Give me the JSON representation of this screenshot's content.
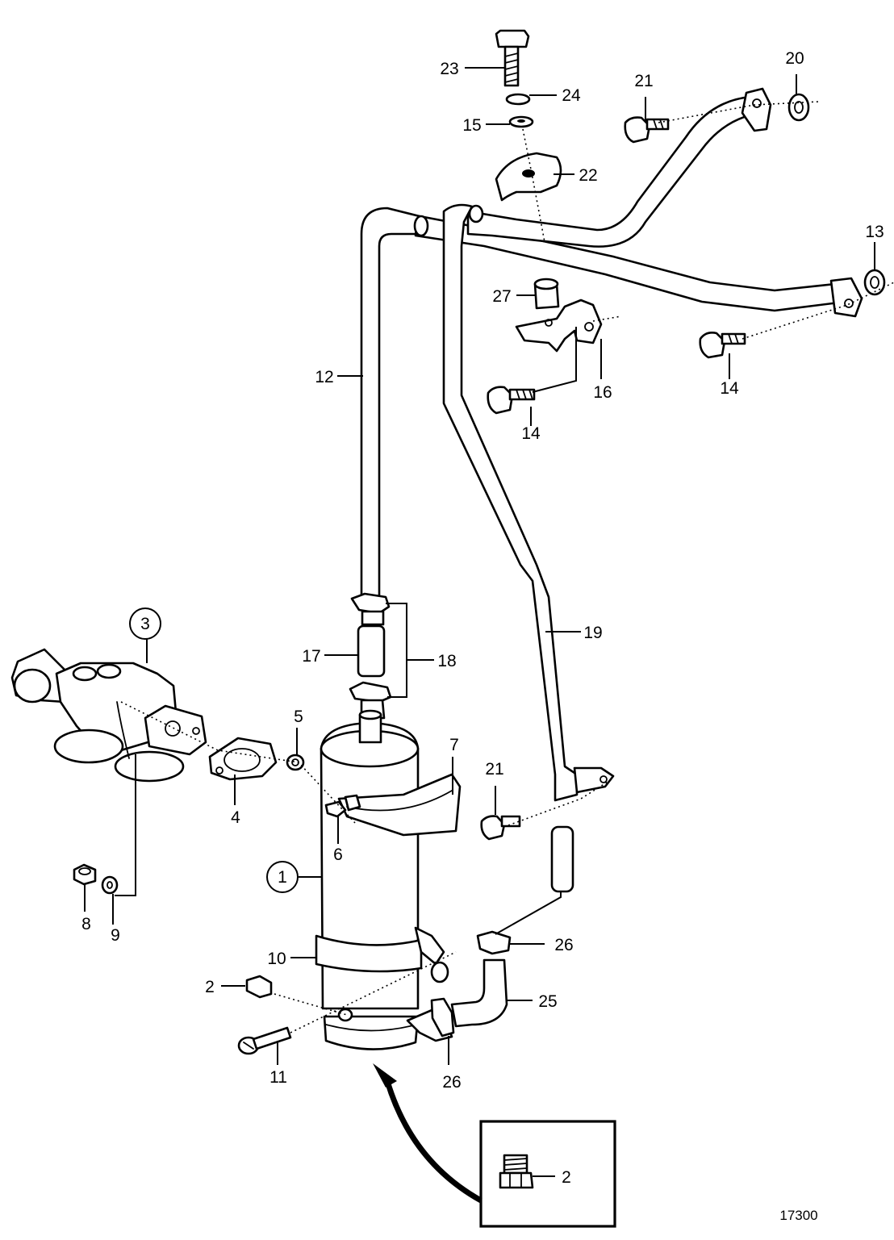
{
  "diagram": {
    "reference_number": "17300",
    "callouts": [
      {
        "id": "c1",
        "text": "1",
        "circled": true
      },
      {
        "id": "c2",
        "text": "2",
        "circled": false
      },
      {
        "id": "c2b",
        "text": "2",
        "circled": false
      },
      {
        "id": "c3",
        "text": "3",
        "circled": true
      },
      {
        "id": "c4",
        "text": "4",
        "circled": false
      },
      {
        "id": "c5",
        "text": "5",
        "circled": false
      },
      {
        "id": "c6",
        "text": "6",
        "circled": false
      },
      {
        "id": "c7",
        "text": "7",
        "circled": false
      },
      {
        "id": "c8",
        "text": "8",
        "circled": false
      },
      {
        "id": "c9",
        "text": "9",
        "circled": false
      },
      {
        "id": "c10",
        "text": "10",
        "circled": false
      },
      {
        "id": "c11",
        "text": "11",
        "circled": false
      },
      {
        "id": "c12",
        "text": "12",
        "circled": false
      },
      {
        "id": "c13",
        "text": "13",
        "circled": false
      },
      {
        "id": "c14a",
        "text": "14",
        "circled": false
      },
      {
        "id": "c14b",
        "text": "14",
        "circled": false
      },
      {
        "id": "c15",
        "text": "15",
        "circled": false
      },
      {
        "id": "c16",
        "text": "16",
        "circled": false
      },
      {
        "id": "c17",
        "text": "17",
        "circled": false
      },
      {
        "id": "c18",
        "text": "18",
        "circled": false
      },
      {
        "id": "c19",
        "text": "19",
        "circled": false
      },
      {
        "id": "c20",
        "text": "20",
        "circled": false
      },
      {
        "id": "c21a",
        "text": "21",
        "circled": false
      },
      {
        "id": "c21b",
        "text": "21",
        "circled": false
      },
      {
        "id": "c22",
        "text": "22",
        "circled": false
      },
      {
        "id": "c23",
        "text": "23",
        "circled": false
      },
      {
        "id": "c24",
        "text": "24",
        "circled": false
      },
      {
        "id": "c25",
        "text": "25",
        "circled": false
      },
      {
        "id": "c26a",
        "text": "26",
        "circled": false
      },
      {
        "id": "c26b",
        "text": "26",
        "circled": false
      },
      {
        "id": "c27",
        "text": "27",
        "circled": false
      }
    ]
  }
}
